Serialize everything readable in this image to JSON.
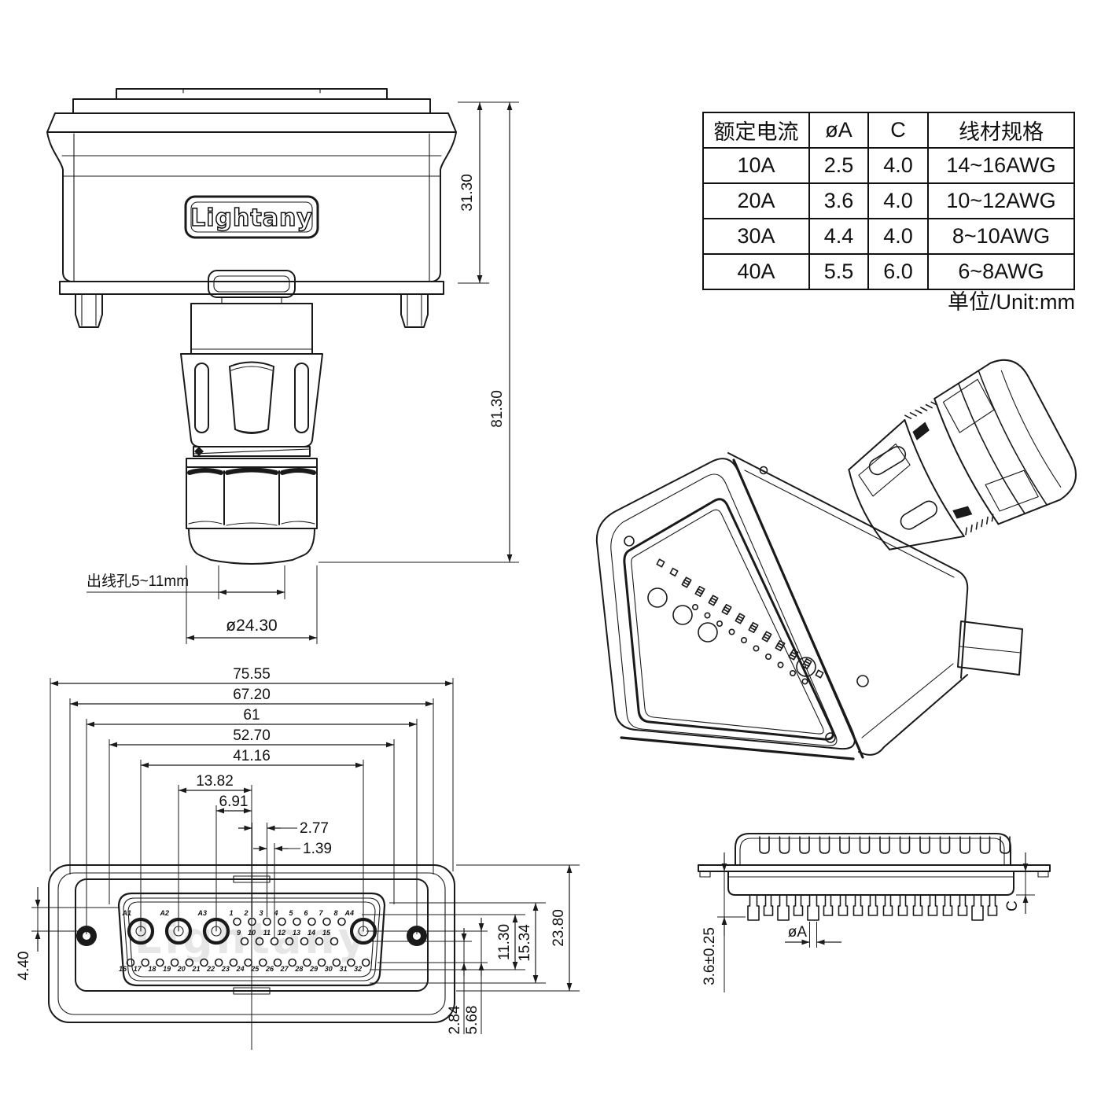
{
  "brand": {
    "logo": "Lightany",
    "watermark": "Lightany"
  },
  "spec_table": {
    "headers": [
      "额定电流",
      "øA",
      "C",
      "线材规格"
    ],
    "rows": [
      [
        "10A",
        "2.5",
        "4.0",
        "14~16AWG"
      ],
      [
        "20A",
        "3.6",
        "4.0",
        "10~12AWG"
      ],
      [
        "30A",
        "4.4",
        "4.0",
        "8~10AWG"
      ],
      [
        "40A",
        "5.5",
        "6.0",
        "6~8AWG"
      ]
    ],
    "unit_note": "单位/Unit:mm"
  },
  "front_view": {
    "dims": {
      "upper_height": "31.30",
      "total_height": "81.30",
      "cable_hole_note": "出线孔5~11mm",
      "gland_diameter": "ø24.30"
    }
  },
  "face_view": {
    "dims": {
      "overall_width": "75.55",
      "shell_width": "67.20",
      "mount_spacing": "61",
      "insert_width": "52.70",
      "power_span": "41.16",
      "a2_to_center": "13.82",
      "a3_to_center": "6.91",
      "pin_pitch": "2.77",
      "row_offset": "1.39",
      "rows_height": "11.30",
      "insert_height": "15.34",
      "overall_height": "23.80",
      "left_offset": "4.40",
      "row_drop_1": "2.84",
      "row_drop_2": "5.68"
    },
    "pins": {
      "large": [
        "A1",
        "A2",
        "A3",
        "A4"
      ],
      "row1": [
        "1",
        "2",
        "3",
        "4",
        "5",
        "6",
        "7",
        "8"
      ],
      "row2": [
        "9",
        "10",
        "11",
        "12",
        "13",
        "14",
        "15"
      ],
      "row3": [
        "16",
        "17",
        "18",
        "19",
        "20",
        "21",
        "22",
        "23",
        "24",
        "25",
        "26",
        "27",
        "28",
        "29",
        "30",
        "31",
        "32"
      ]
    }
  },
  "side_view": {
    "dims": {
      "pin_diameter": "øA",
      "tail_length": "3.6±0.25",
      "c_height": "C"
    }
  },
  "colors": {
    "line": "#1a1a1a",
    "text": "#111111",
    "watermark": "#e0e0e0",
    "background": "#ffffff"
  }
}
